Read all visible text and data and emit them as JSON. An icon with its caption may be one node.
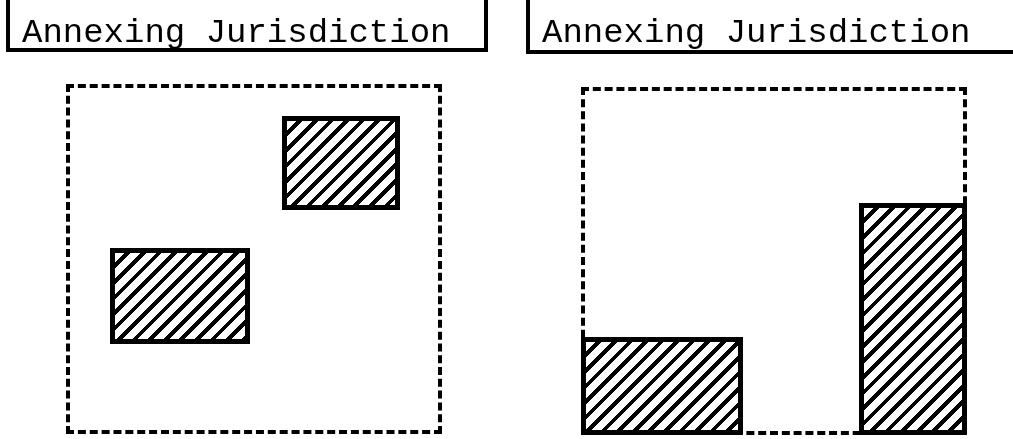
{
  "diagram": {
    "nodes": [
      {
        "text": [
          "Annexing Jurisdiction"
        ]
      },
      {
        "text": [],
        "shape": "box"
      },
      {
        "text": [],
        "shape": "box",
        "in": 1
      },
      {
        "text": [],
        "shape": "box",
        "in": 1
      },
      {
        "text": [
          "Annexing Jurisdiction"
        ]
      },
      {
        "text": [],
        "shape": "box"
      },
      {
        "text": [],
        "shape": "box",
        "in": 5
      },
      {
        "text": [],
        "shape": "box",
        "in": 5
      }
    ]
  }
}
